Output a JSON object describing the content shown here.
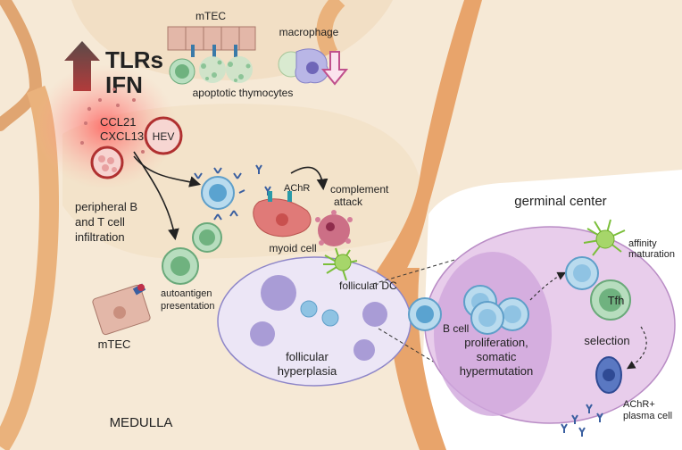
{
  "labels": {
    "tlrs": "TLRs",
    "ifn": "IFN",
    "mtec_top": "mTEC",
    "macrophage": "macrophage",
    "apoptotic": "apoptotic thymocytes",
    "ccl21": "CCL21",
    "cxcl13": "CXCL13",
    "hev": "HEV",
    "achr": "AChR",
    "complement_1": "complement",
    "complement_2": "attack",
    "myoid": "myoid cell",
    "infiltration_1": "peripheral B",
    "infiltration_2": "and T cell",
    "infiltration_3": "infiltration",
    "autoantigen_1": "autoantigen",
    "autoantigen_2": "presentation",
    "mtec_bottom": "mTEC",
    "medulla": "MEDULLA",
    "follicular_dc": "follicular DC",
    "hyperplasia_1": "follicular",
    "hyperplasia_2": "hyperplasia",
    "germinal_center": "germinal center",
    "b_cell": "B cell",
    "affinity_1": "affinity",
    "affinity_2": "maturation",
    "tfh": "Tfh",
    "proliferation_1": "proliferation,",
    "proliferation_2": "somatic",
    "proliferation_3": "hypermutation",
    "selection": "selection",
    "plasma_1": "AChR+",
    "plasma_2": "plasma cell"
  },
  "colors": {
    "tissue": "#f3e4cf",
    "tissue_edge": "#e0a571",
    "follicle": "#eae4f6",
    "gc_outer": "#e5c9ea",
    "gc_inner": "#cfa8dc",
    "cell_blue": "#8fc3e3",
    "cell_green": "#7fc48f",
    "arrow_up": "#6b4f4a",
    "arrow_down": "#c0508c",
    "inflammation": "#ff6b6b"
  }
}
